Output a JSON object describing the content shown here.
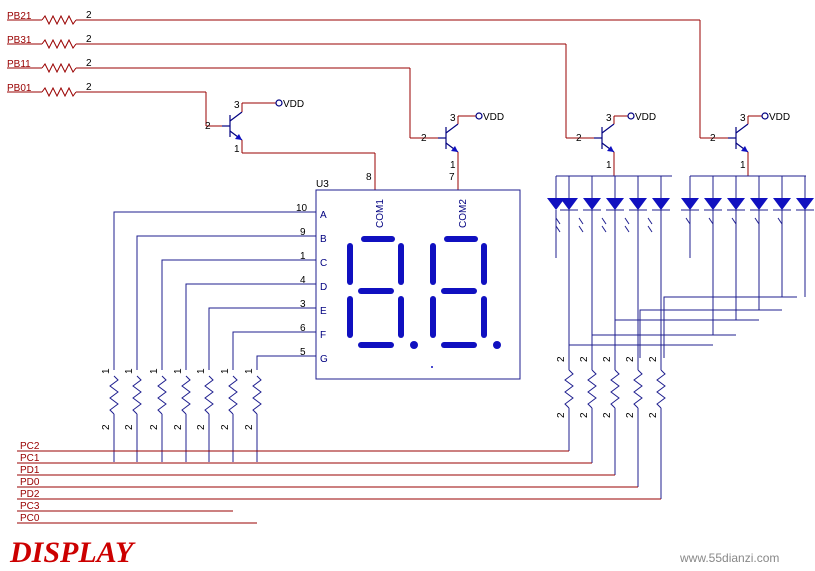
{
  "title": "DISPLAY",
  "watermark": "www.55dianzi.com",
  "inputs": [
    "PB21",
    "PB31",
    "PB11",
    "PB01"
  ],
  "input_pin": "2",
  "transistor_pins": {
    "base": "2",
    "collector": "3",
    "emitter": "1"
  },
  "vdd": "VDD",
  "display": {
    "ref": "U3",
    "segments": [
      {
        "pin": "10",
        "name": "A"
      },
      {
        "pin": "9",
        "name": "B"
      },
      {
        "pin": "1",
        "name": "C"
      },
      {
        "pin": "4",
        "name": "D"
      },
      {
        "pin": "3",
        "name": "E"
      },
      {
        "pin": "6",
        "name": "F"
      },
      {
        "pin": "5",
        "name": "G"
      }
    ],
    "commons": [
      {
        "pin": "8",
        "name": "COM1"
      },
      {
        "pin": "7",
        "name": "COM2"
      }
    ],
    "digits": "8.8."
  },
  "resistor_pins": {
    "top": "1",
    "bottom": "2",
    "led_top": "2",
    "led_bottom": "2"
  },
  "ports": [
    "PC2",
    "PC1",
    "PD1",
    "PD0",
    "PD2",
    "PC3",
    "PC0"
  ]
}
